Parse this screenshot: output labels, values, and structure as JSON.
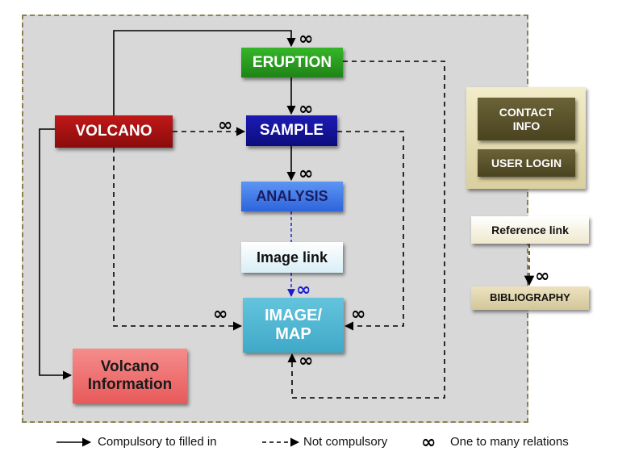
{
  "nodes": {
    "volcano": "VOLCANO",
    "eruption": "ERUPTION",
    "sample": "SAMPLE",
    "analysis": "ANALYSIS",
    "image_link": "Image link",
    "image_map_line1": "IMAGE/",
    "image_map_line2": "MAP",
    "volcano_info_line1": "Volcano",
    "volcano_info_line2": "Information",
    "contact_info_line1": "CONTACT",
    "contact_info_line2": "INFO",
    "user_login": "USER LOGIN",
    "reference_link": "Reference link",
    "bibliography": "BIBLIOGRAPHY"
  },
  "legend": {
    "compulsory": "Compulsory to filled in",
    "not_compulsory": "Not compulsory",
    "one_to_many": "One to many relations"
  },
  "colors": {
    "volcano": "#a51010",
    "eruption": "#2a9c1f",
    "sample": "#12129a",
    "analysis": "#3f76e6",
    "image_map": "#4fb6d3",
    "volcano_info": "#ef7070",
    "panel": "#d8d8d8",
    "panel_border": "#8c8250",
    "khaki_box": "#4a431f"
  },
  "icons": {
    "infinity": "infinity-icon"
  }
}
